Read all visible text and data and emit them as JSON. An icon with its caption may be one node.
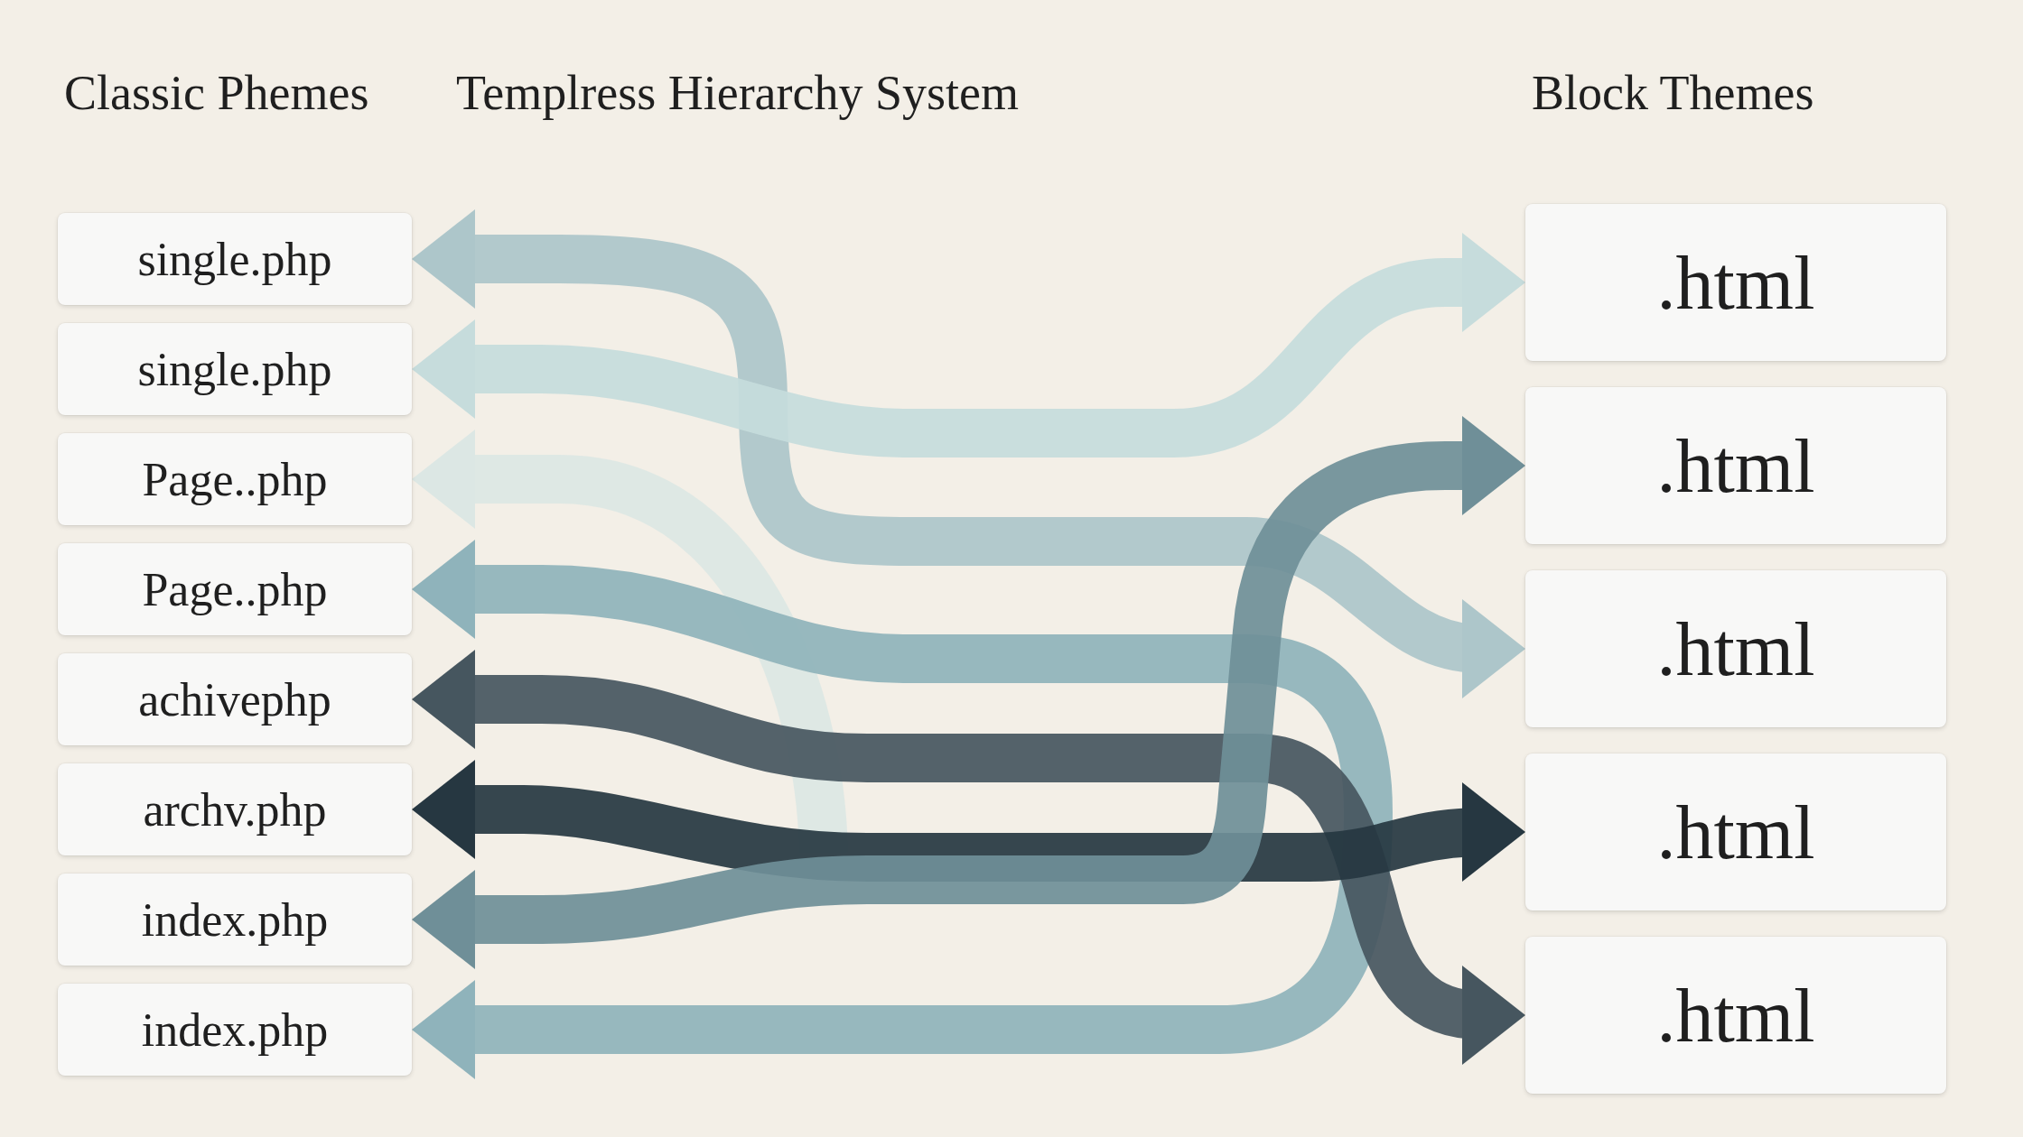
{
  "diagram": {
    "title": "Templress Hierarchy System",
    "nodes": [
      {
        "text": [
          "single.php"
        ]
      },
      {
        "text": [
          "single.php"
        ]
      },
      {
        "text": [
          "Page..php"
        ]
      },
      {
        "text": [
          "Page..php"
        ]
      },
      {
        "text": [
          "achivephp"
        ]
      },
      {
        "text": [
          "archv.php"
        ]
      },
      {
        "text": [
          "index.php"
        ]
      },
      {
        "text": [
          "index.php"
        ]
      },
      {
        "text": [
          ".html"
        ]
      },
      {
        "text": [
          ".html"
        ]
      },
      {
        "text": [
          ".html"
        ]
      },
      {
        "text": [
          ".html"
        ]
      },
      {
        "text": [
          ".html"
        ]
      }
    ],
    "edges": [
      {
        "from": 0,
        "to": 10,
        "arrow": "both",
        "color": "#adc6ca"
      },
      {
        "from": 1,
        "to": 8,
        "arrow": "both",
        "color": "#c6dcdc"
      },
      {
        "from": null,
        "to": 2,
        "arrow": "to",
        "color": "#dce7e4"
      },
      {
        "from": 3,
        "to": 7,
        "arrow": "both",
        "color": "#8fb3bb"
      },
      {
        "from": 4,
        "to": 12,
        "arrow": "both",
        "color": "#46565f"
      },
      {
        "from": 5,
        "to": 11,
        "arrow": "both",
        "color": "#263741"
      },
      {
        "from": 6,
        "to": 9,
        "arrow": "both",
        "color": "#6f8f98"
      }
    ],
    "labels": [
      "Classic Phemes",
      "Block Themes"
    ]
  }
}
